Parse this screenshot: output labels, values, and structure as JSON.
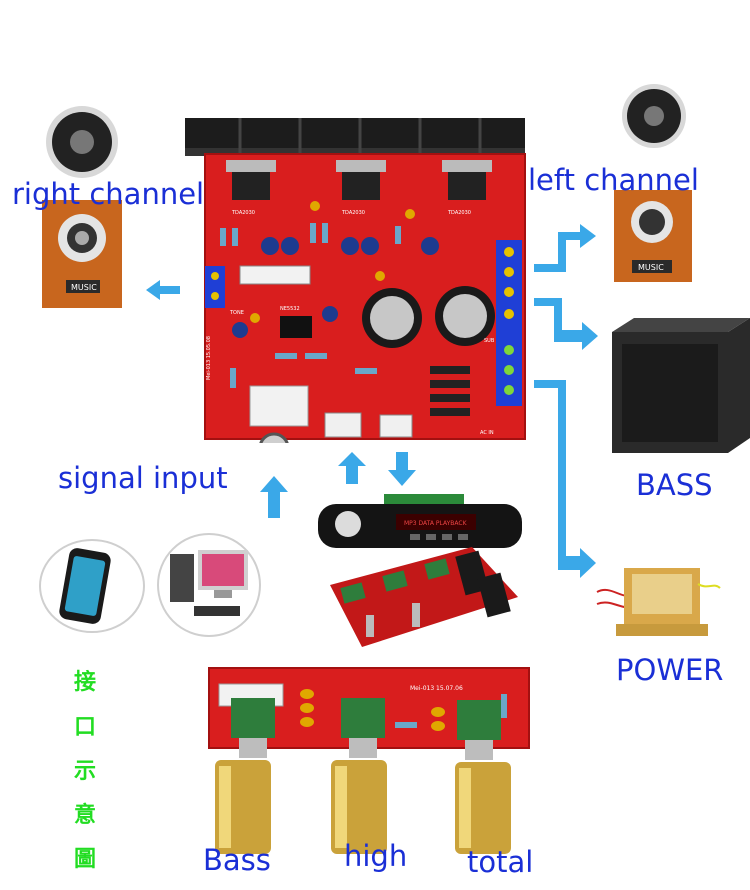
{
  "labels": {
    "right_channel": "right channel",
    "left_channel": "left channel",
    "bass_output": "BASS",
    "power": "POWER",
    "signal_input": "signal input",
    "knob_bass": "Bass",
    "knob_high": "high",
    "knob_total": "total"
  },
  "vertical_caption": [
    "接",
    "口",
    "示",
    "意",
    "圖"
  ],
  "board_print": {
    "chip_1": "TDA2030",
    "chip_2": "TDA2030",
    "chip_3": "TDA2030",
    "tone": "TONE",
    "ne5532": "NE5532",
    "sub": "SUB",
    "ac_in": "AC IN",
    "model_main": "Mei-013 15.05.08",
    "model_tone": "Mei-013 15.07.06",
    "speaker_badge": "MUSIC",
    "mp3_module": "MP3 DATA PLAYBACK"
  },
  "colors": {
    "arrow": "#3aa8e8",
    "label": "#1a2fd6",
    "pcb": "#d91e1e",
    "caption": "#22dd22"
  }
}
